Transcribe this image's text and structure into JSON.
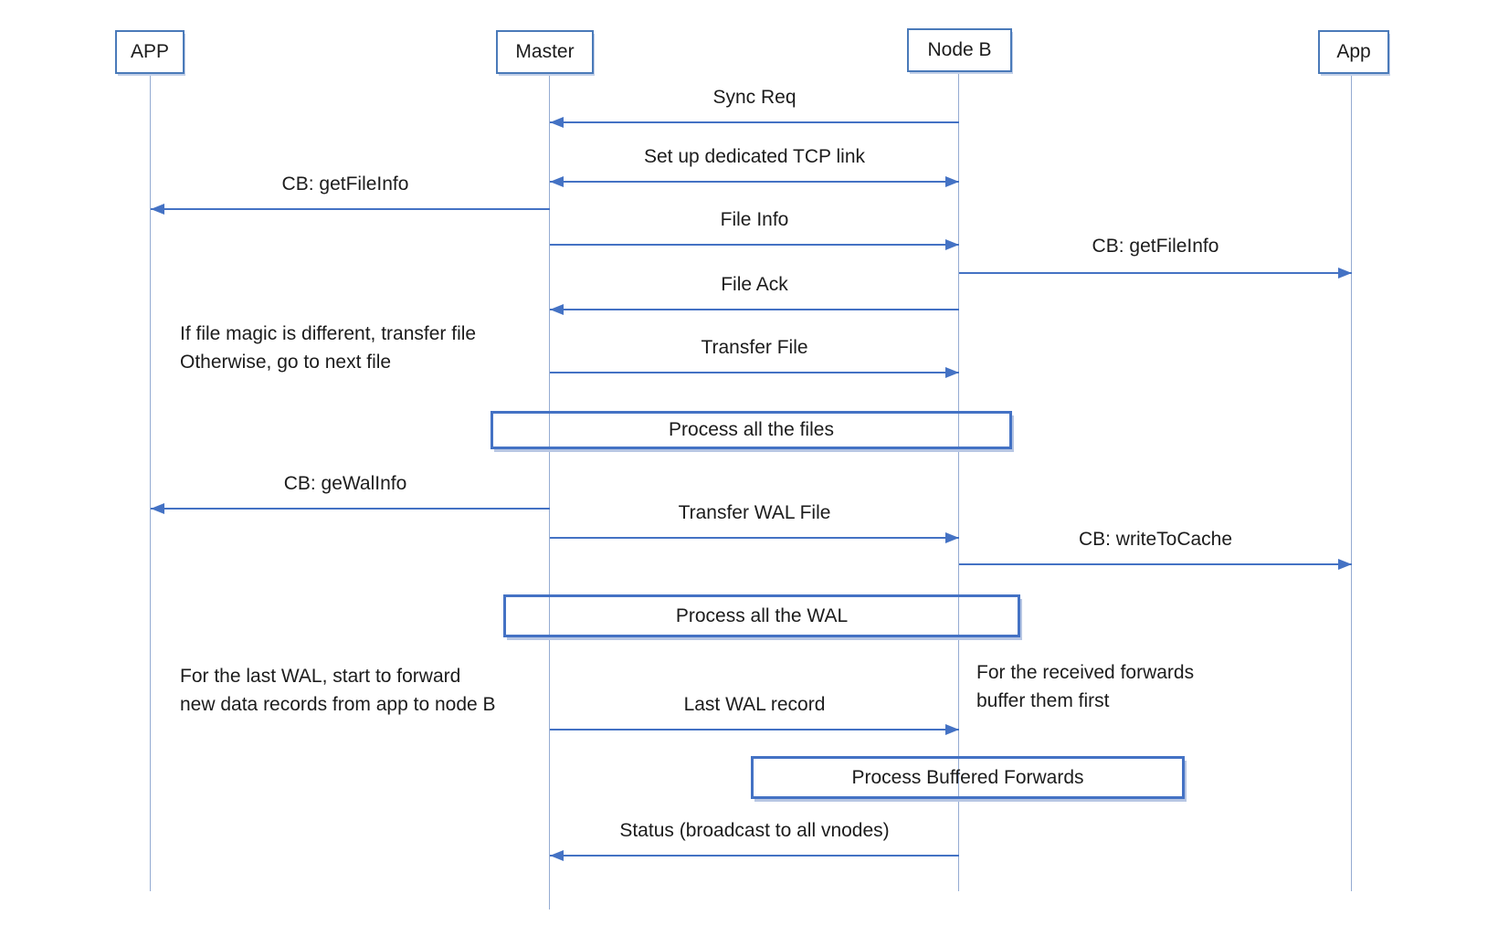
{
  "colors": {
    "arrow_line": "#4472c4",
    "lifeline": "#94abd2",
    "box_border": "#4472c4",
    "actor_border": "#4a7ab9",
    "text": "#1c1c1c",
    "background": "#ffffff"
  },
  "actors": [
    {
      "id": "app-left",
      "label": "APP"
    },
    {
      "id": "master",
      "label": "Master"
    },
    {
      "id": "node-b",
      "label": "Node B"
    },
    {
      "id": "app-right",
      "label": "App"
    }
  ],
  "messages": [
    {
      "label": "Sync Req",
      "from": "Node B",
      "to": "Master",
      "direction": "left"
    },
    {
      "label": "Set up dedicated TCP link",
      "from": "Master",
      "to": "Node B",
      "direction": "both"
    },
    {
      "label": "CB: getFileInfo",
      "from": "Master",
      "to": "APP",
      "direction": "left"
    },
    {
      "label": "File Info",
      "from": "Master",
      "to": "Node B",
      "direction": "right"
    },
    {
      "label": "CB: getFileInfo",
      "from": "Node B",
      "to": "App",
      "direction": "right"
    },
    {
      "label": "File Ack",
      "from": "Node B",
      "to": "Master",
      "direction": "left"
    },
    {
      "label": "Transfer File",
      "from": "Master",
      "to": "Node B",
      "direction": "right"
    },
    {
      "label": "CB: geWalInfo",
      "from": "Master",
      "to": "APP",
      "direction": "left"
    },
    {
      "label": "Transfer WAL File",
      "from": "Master",
      "to": "Node B",
      "direction": "right"
    },
    {
      "label": "CB: writeToCache",
      "from": "Node B",
      "to": "App",
      "direction": "right"
    },
    {
      "label": "Last WAL record",
      "from": "Master",
      "to": "Node B",
      "direction": "right"
    },
    {
      "label": "Status (broadcast to all vnodes)",
      "from": "Node B",
      "to": "Master",
      "direction": "left"
    }
  ],
  "process_boxes": [
    {
      "label": "Process all the files"
    },
    {
      "label": "Process all the WAL"
    },
    {
      "label": "Process Buffered Forwards"
    }
  ],
  "notes": [
    {
      "lines": [
        "If file magic is different, transfer file",
        "Otherwise, go to next file"
      ]
    },
    {
      "lines": [
        "For the last WAL, start to forward",
        "new data records from app to node B"
      ]
    },
    {
      "lines": [
        "For the received forwards",
        "buffer them first"
      ]
    }
  ]
}
